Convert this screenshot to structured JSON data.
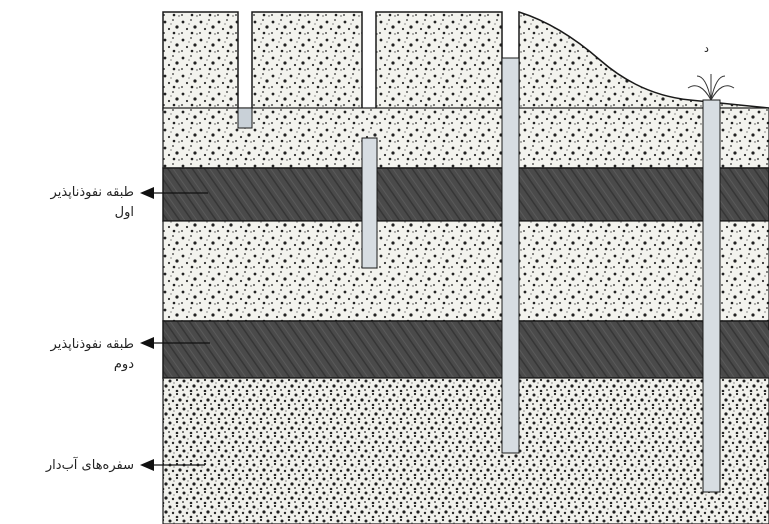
{
  "labels": {
    "aquitard1": {
      "line1": "طبقه نفوذناپذیر",
      "line2": "اول"
    },
    "aquitard2": {
      "line1": "طبقه نفوذناپذیر",
      "line2": "دوم"
    },
    "aquifer": {
      "line1": "سفره‌های آب‌دار"
    }
  },
  "well_marker": "د",
  "colors": {
    "porous_bg": "#f3f3ee",
    "dots": "#222222",
    "clay": "#4a4a4a",
    "clay_dark": "#363636",
    "pipe": "#d7dde2",
    "outline": "#1a1a1a"
  }
}
